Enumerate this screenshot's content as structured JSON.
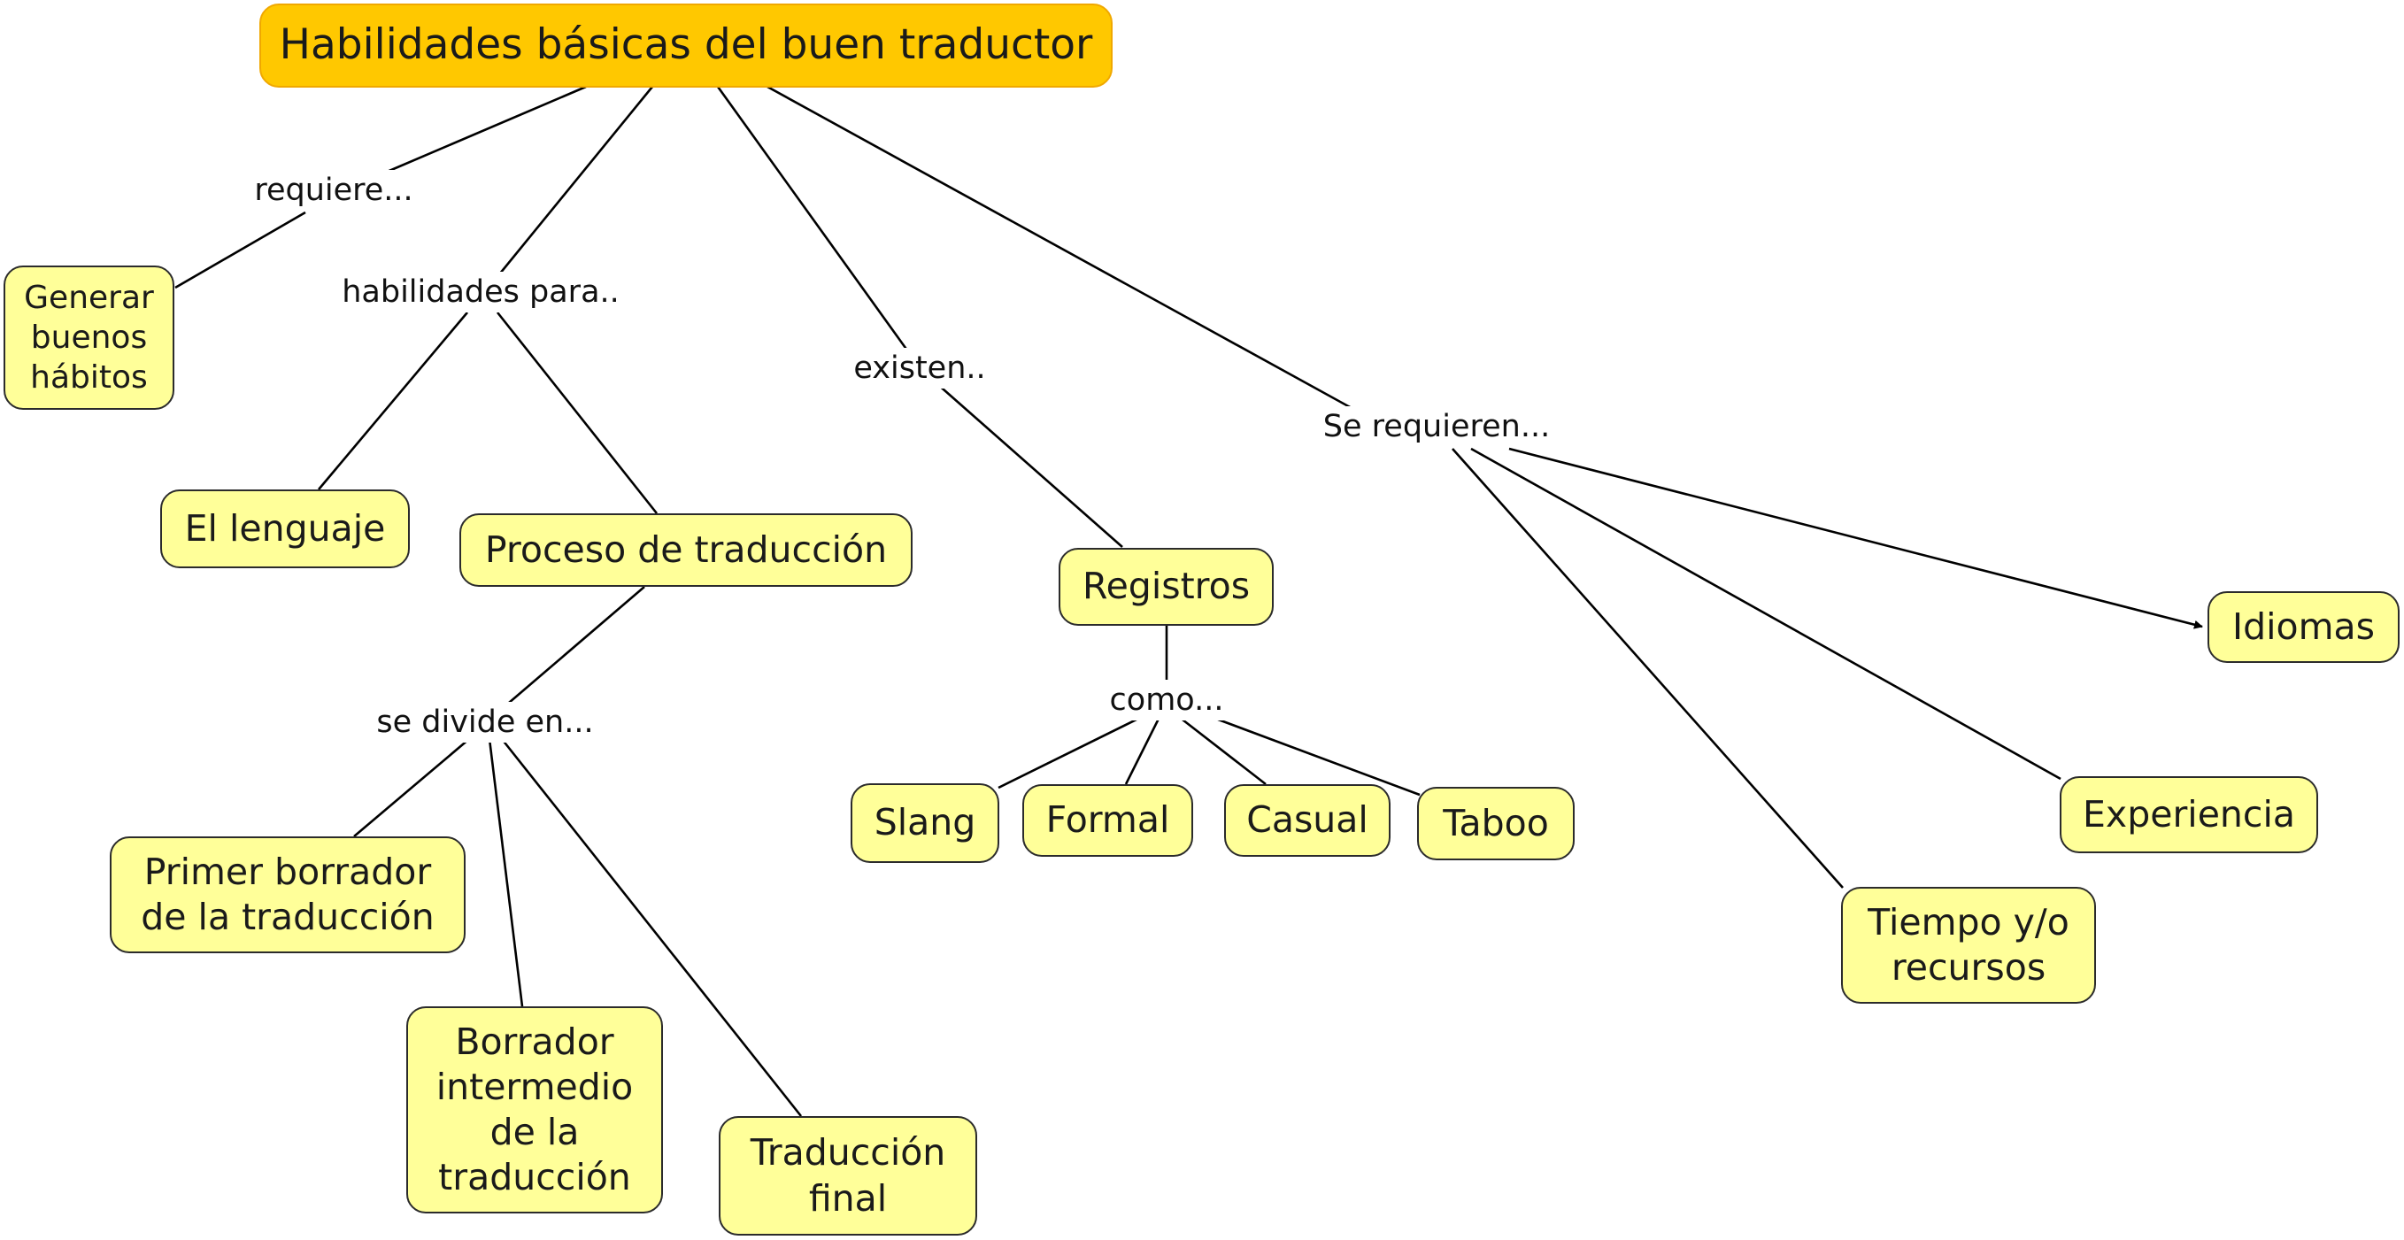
{
  "concepts": {
    "root": "Habilidades básicas del buen traductor",
    "generar": "Generar\nbuenos\nhábitos",
    "lenguaje": "El lenguaje",
    "proceso": "Proceso de traducción",
    "registros": "Registros",
    "idiomas": "Idiomas",
    "experiencia": "Experiencia",
    "tiempo": "Tiempo y/o\nrecursos",
    "primer": "Primer borrador\nde la traducción",
    "intermedio": "Borrador\nintermedio\nde la\ntraducción",
    "final": "Traducción\nfinal",
    "slang": "Slang",
    "formal": "Formal",
    "casual": "Casual",
    "taboo": "Taboo"
  },
  "links": {
    "requiere": "requiere...",
    "habilidades": "habilidades para..",
    "existen": "existen..",
    "serequieren": "Se requieren...",
    "sedivide": "se divide en...",
    "como": "como..."
  },
  "colors": {
    "root_fill": "#ffc800",
    "concept_fill": "#ffff99",
    "line": "#000000"
  }
}
